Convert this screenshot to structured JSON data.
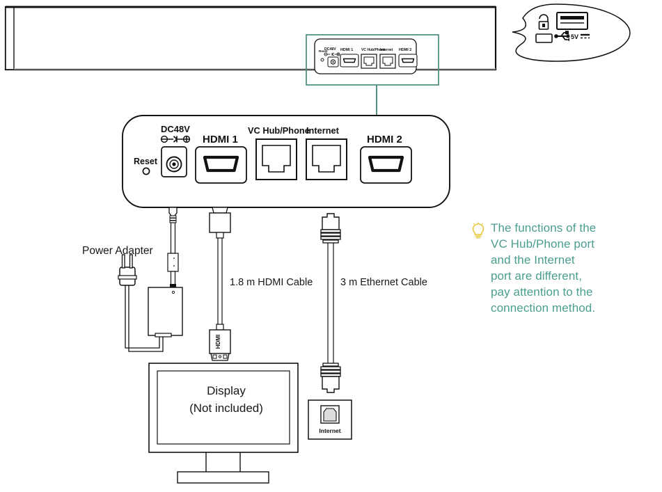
{
  "diagram": {
    "title": "Soundbar rear port connection diagram",
    "device": {
      "name": "soundbar-body",
      "callout": {
        "name": "left-side-port-callout",
        "icons": [
          "lock-icon",
          "usb-port-icon",
          "usb-trident-icon"
        ],
        "voltage_label": "5V"
      },
      "highlight_box_color": "#4a8c80"
    },
    "panel": {
      "name": "rear-port-panel",
      "ports": [
        {
          "id": "reset",
          "label": "Reset",
          "type": "pinhole"
        },
        {
          "id": "dc",
          "label": "DC48V",
          "type": "barrel"
        },
        {
          "id": "hdmi1",
          "label": "HDMI 1",
          "type": "hdmi"
        },
        {
          "id": "vchub",
          "label": "VC Hub/Phone",
          "type": "rj45"
        },
        {
          "id": "internet",
          "label": "Internet",
          "type": "rj45"
        },
        {
          "id": "hdmi2",
          "label": "HDMI 2",
          "type": "hdmi"
        }
      ]
    },
    "accessories": {
      "power_adapter_label": "Power Adapter",
      "hdmi_cable_label": "1.8 m HDMI Cable",
      "hdmi_connector_text": "HDMI",
      "ethernet_cable_label": "3 m Ethernet Cable",
      "wall_jack_label": "Internet",
      "display_line1": "Display",
      "display_line2": "(Not included)"
    },
    "tip": {
      "icon": "lightbulb-icon",
      "icon_color": "#e8c83c",
      "text_color": "#4a9e8f",
      "text": "The functions of the\nVC Hub/Phone port\nand the Internet\nport are different,\npay attention to the\nconnection method."
    },
    "colors": {
      "line": "#111111",
      "teal": "#4a8c80",
      "tip_green": "#4a9e8f",
      "bulb_yellow": "#e8c83c",
      "port_fill": "#ffffff"
    }
  }
}
